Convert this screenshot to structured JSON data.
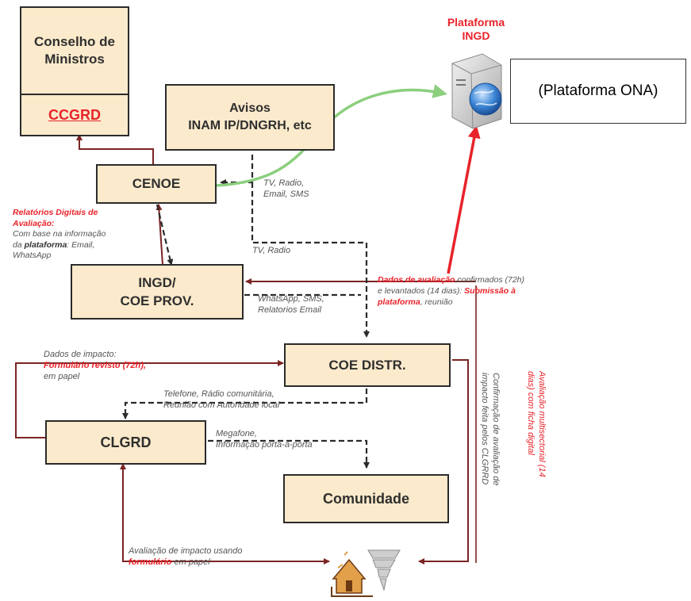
{
  "nodes": {
    "conselho": "Conselho de Ministros",
    "ccgrd": "CCGRD",
    "avisos_line1": "Avisos",
    "avisos_line2": "INAM IP/DNGRH, etc",
    "cenoe": "CENOE",
    "ingd_line1": "INGD/",
    "ingd_line2": "COE PROV.",
    "coe_distr": "COE DISTR.",
    "clgrd": "CLGRD",
    "comunidade": "Comunidade"
  },
  "platform": {
    "title_line1": "Plataforma",
    "title_line2": "INGD",
    "callout": "(Plataforma ONA)"
  },
  "labels": {
    "tv_radio_email": [
      "TV, Radio,",
      "Email, SMS"
    ],
    "tv_radio": "TV, Radio",
    "relatorios_red": [
      "Relatórios Digitais de",
      "Avaliação:"
    ],
    "relatorios_l1": "Com base na informação",
    "relatorios_l2_pre": "da ",
    "relatorios_l2_bold": "plataforma",
    "relatorios_l2_post": ": Email,",
    "relatorios_l3": "WhatsApp",
    "dados_red": "Dados de avaliação",
    "dados_rest1": " confirmados (72h)",
    "dados_l2_pre": "e levantados (14 dias): ",
    "dados_l2_red": "Submissão à",
    "dados_l3_red": "plataforma",
    "dados_l3_rest": ", reunião",
    "whatsapp": [
      "WhatsApp, SMS,",
      "Relatorios Email"
    ],
    "impacto_l1": "Dados de impacto:",
    "impacto_red": "Formulário revisto (72h),",
    "impacto_l3": "em papel",
    "telefone": [
      "Telefone, Rádio comunitária,",
      "Reunião com Autoridade local"
    ],
    "megafone": [
      "Megafone,",
      "Informação porta-à-porta"
    ],
    "avaliacao_l1": "Avaliação de impacto usando",
    "avaliacao_red": "formulário",
    "avaliacao_rest": " em papel",
    "vert_confirm": [
      "Confirmação de avaliação de",
      "impacto feita pelos CLGRRD"
    ],
    "vert_multi": [
      "Avaliação multisectorial (14",
      "dias) com ficha digital"
    ]
  },
  "colors": {
    "box_fill": "#fbeacb",
    "box_border": "#2b2b2b",
    "arrow_dark": "#7a2424",
    "arrow_green": "#8ccf7e",
    "arrow_red": "#e8232a",
    "text_red": "#e8232a"
  },
  "icons": [
    "server-globe-icon",
    "disaster-house-tornado-icon"
  ]
}
